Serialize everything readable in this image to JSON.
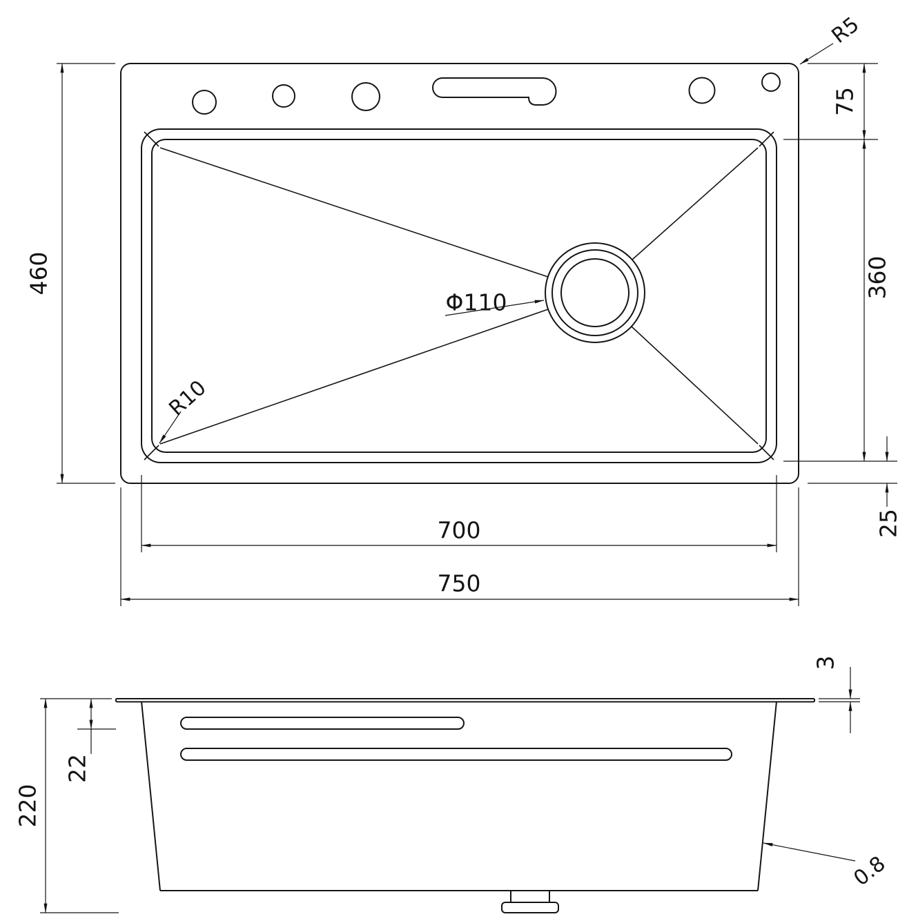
{
  "colors": {
    "line": "#141414",
    "background": "#ffffff"
  },
  "drawing": {
    "labels": {
      "overall_width": "750",
      "basin_width": "700",
      "overall_depth": "460",
      "basin_depth": "360",
      "rim_top_offset": "75",
      "rim_bottom_offset": "25",
      "drain_diameter": "Φ110",
      "basin_corner_radius": "R10",
      "outer_corner_radius": "R5",
      "total_height": "220",
      "ledge_height": "22",
      "deck_thickness": "3",
      "wall_thickness": "0.8"
    }
  }
}
